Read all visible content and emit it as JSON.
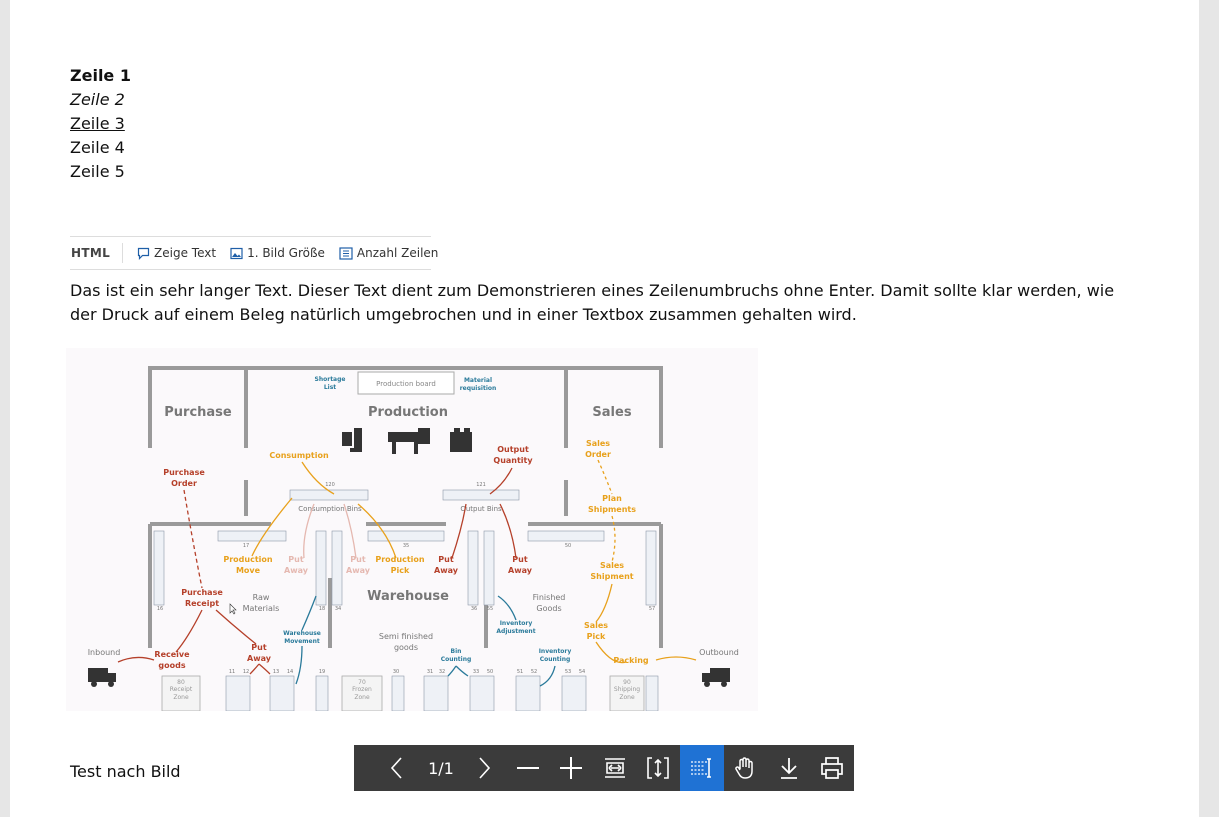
{
  "lines": [
    "Zeile 1",
    "Zeile 2",
    "Zeile 3",
    "Zeile 4",
    "Zeile 5"
  ],
  "toolbar": {
    "html_label": "HTML",
    "show_text": "Zeige Text",
    "image_size": "1. Bild Größe",
    "line_count": "Anzahl Zeilen"
  },
  "paragraph": "Das ist ein sehr langer Text. Dieser Text dient zum Demonstrieren eines Zeilenumbruchs ohne Enter. Damit sollte klar werden, wie der Druck auf einem Beleg natürlich umgebrochen und in einer Textbox zusammen gehalten wird.",
  "diagram": {
    "purchase": "Purchase",
    "production": "Production",
    "sales": "Sales",
    "shortage": "Shortage",
    "list": "List",
    "production_board": "Production board",
    "material": "Material",
    "requisition": "requisition",
    "consumption": "Consumption",
    "output1": "Output",
    "output2": "Quantity",
    "sales_order1": "Sales",
    "sales_order2": "Order",
    "purchase_order1": "Purchase",
    "purchase_order2": "Order",
    "plan1": "Plan",
    "plan2": "Shipments",
    "num120": "120",
    "num121": "121",
    "num17": "17",
    "num35": "35",
    "num50": "50",
    "consumption_bins": "Consumption Bins",
    "output_bins": "Output Bins",
    "prod_move1": "Production",
    "prod_move2": "Move",
    "put_away": "Put",
    "away": "Away",
    "prod_pick1": "Production",
    "prod_pick2": "Pick",
    "sales_ship1": "Sales",
    "sales_ship2": "Shipment",
    "warehouse": "Warehouse",
    "raw1": "Raw",
    "raw2": "Materials",
    "finished1": "Finished",
    "finished2": "Goods",
    "purchase_receipt1": "Purchase",
    "purchase_receipt2": "Receipt",
    "inv_adj1": "Inventory",
    "inv_adj2": "Adjustment",
    "sales_pick1": "Sales",
    "sales_pick2": "Pick",
    "wh_move1": "Warehouse",
    "wh_move2": "Movement",
    "semi1": "Semi finished",
    "semi2": "goods",
    "bin_count1": "Bin",
    "bin_count2": "Counting",
    "inv_count1": "Inventory",
    "inv_count2": "Counting",
    "inbound": "Inbound",
    "outbound": "Outbound",
    "receive1": "Receive",
    "receive2": "goods",
    "packing": "Packing",
    "receipt_zone1": "Receipt",
    "receipt_zone2": "Zone",
    "frozen1": "Frozen",
    "frozen2": "Zone",
    "shipping1": "Shipping",
    "shipping2": "Zone",
    "num80": "80",
    "num70": "70",
    "num90": "90",
    "num16": "16",
    "num18": "18",
    "num34": "34",
    "num36": "36",
    "num55": "55",
    "num57": "57",
    "num11": "11",
    "num12": "12",
    "num13": "13",
    "num14": "14",
    "num19": "19",
    "num30": "30",
    "num31": "31",
    "num32": "32",
    "num33": "33",
    "num50b": "50",
    "num51": "51",
    "num52": "52",
    "num53": "53",
    "num54": "54"
  },
  "after_text": "Test nach Bild",
  "pdf_toolbar": {
    "page_indicator": "1/1",
    "active_tool": "text-select"
  },
  "colors": {
    "accent_active": "#1f72d4",
    "orange": "#e8a11c",
    "red": "#b5402a",
    "teal": "#2a7a9a"
  }
}
